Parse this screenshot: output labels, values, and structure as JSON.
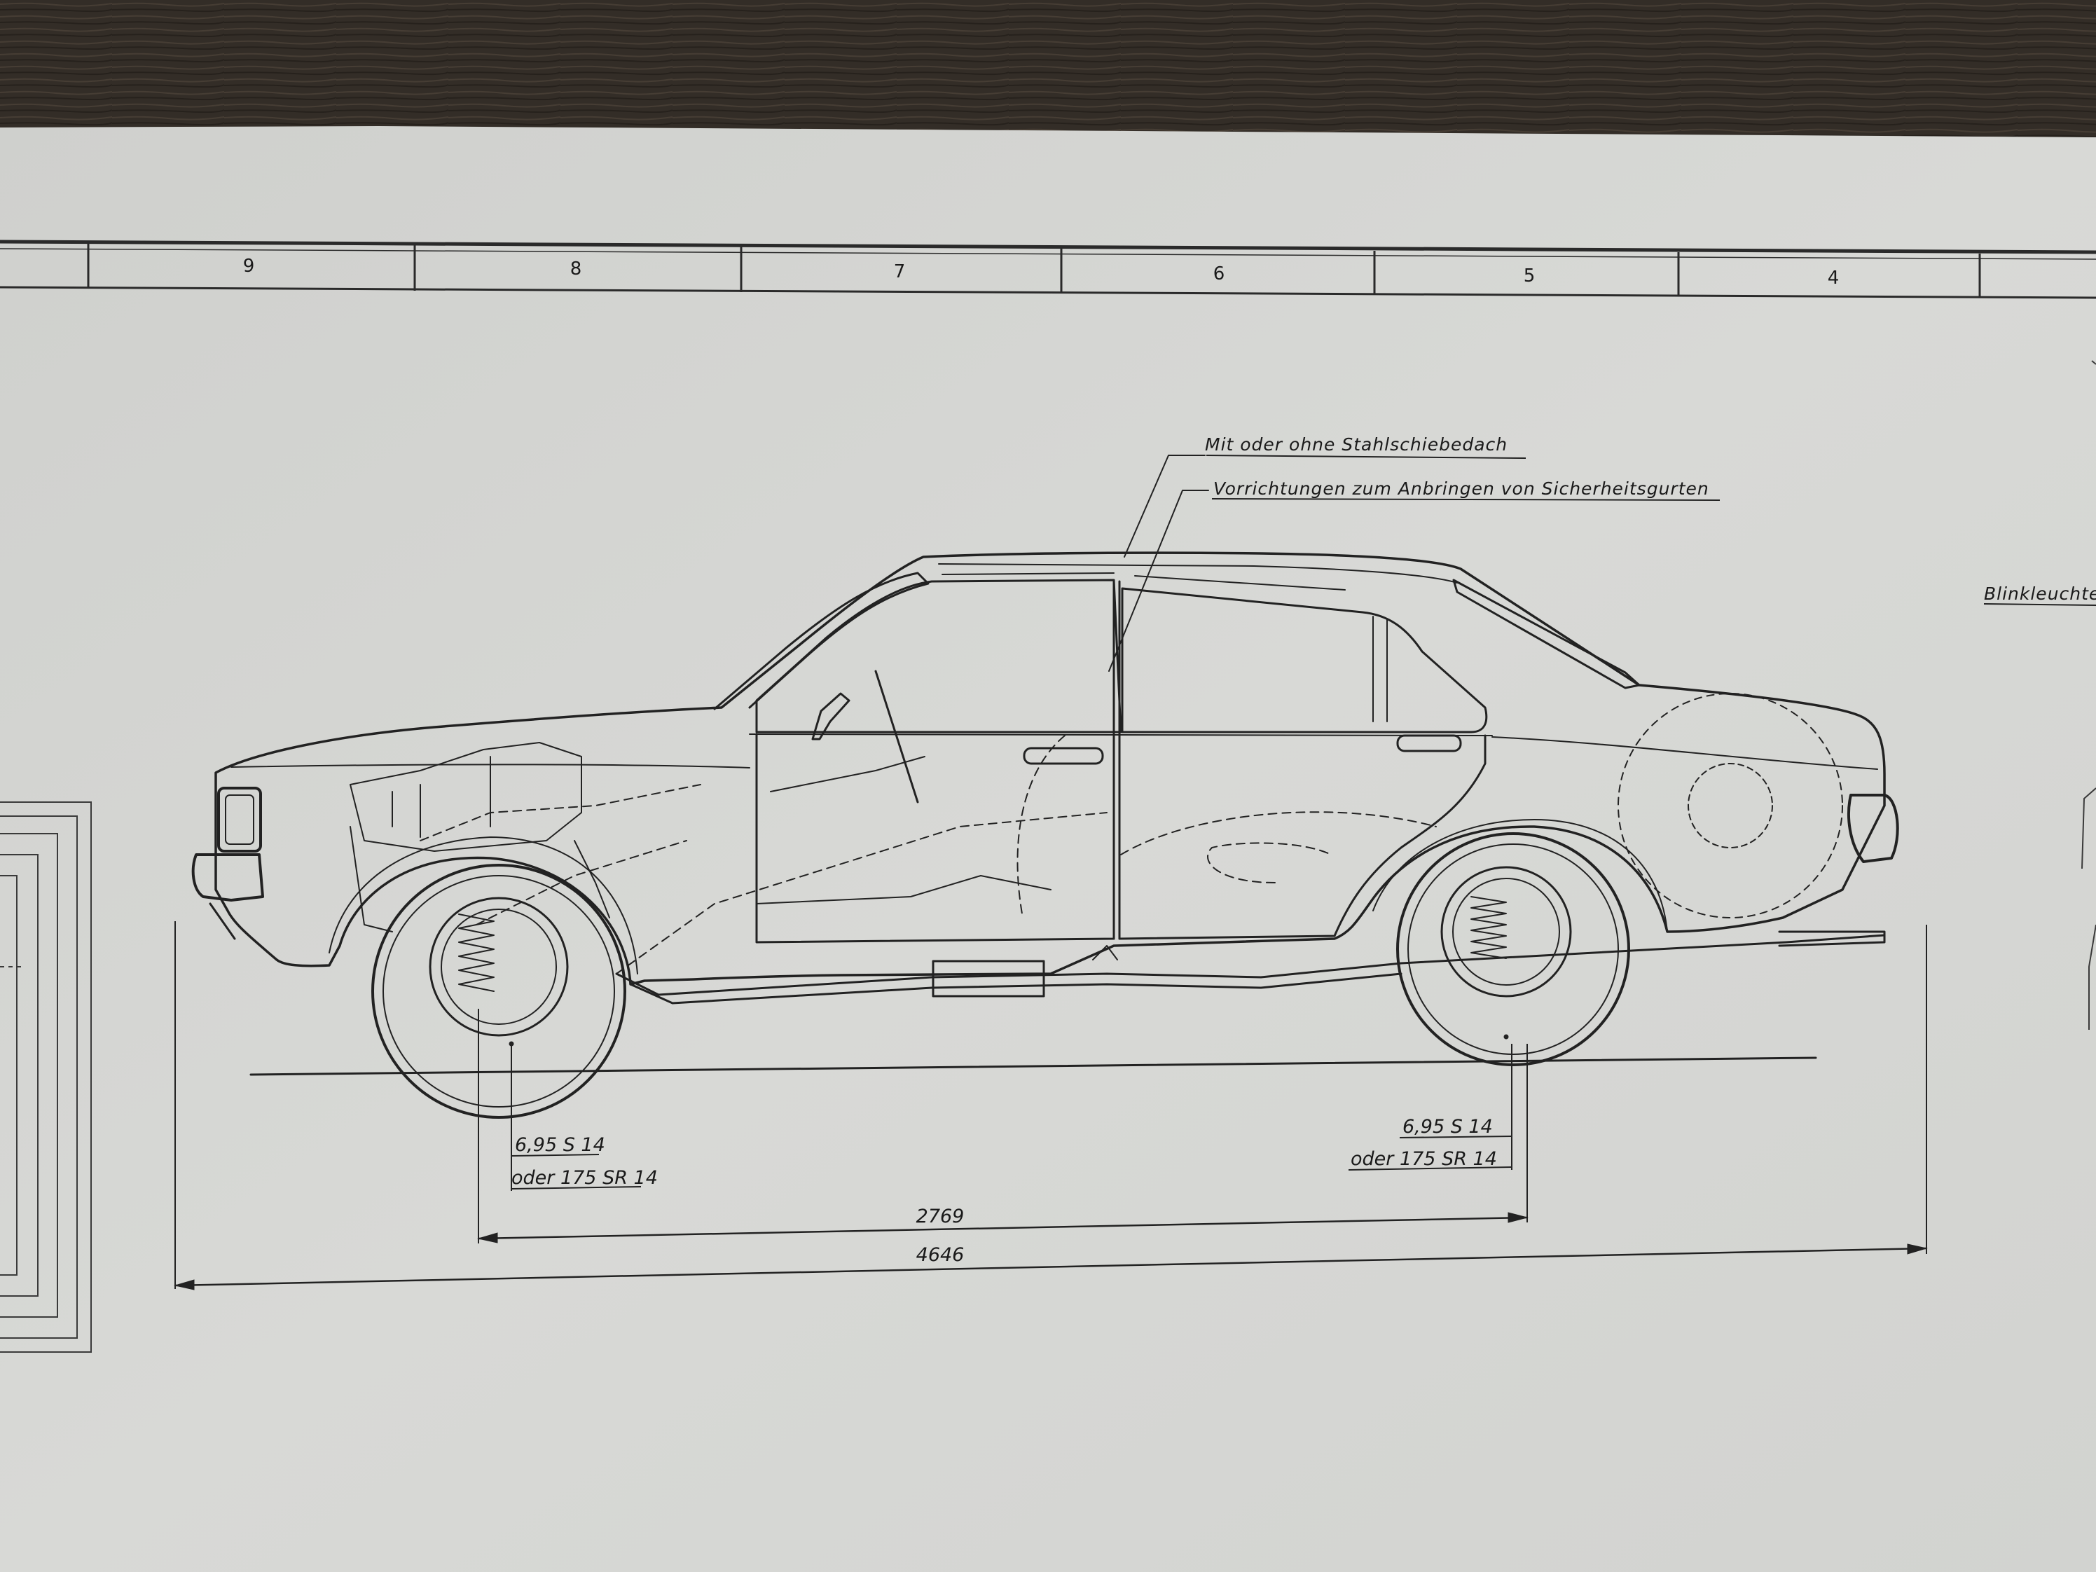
{
  "grid_ruler": {
    "labels": [
      "9",
      "8",
      "7",
      "6",
      "5",
      "4"
    ]
  },
  "annotations": {
    "sunroof": "Mit oder ohne Stahlschiebedach",
    "seatbelts": "Vorrichtungen zum Anbringen von Sicherheitsgurten",
    "indicator": "Blinkleuchte"
  },
  "tires": {
    "front_primary": "6,95 S 14",
    "front_alternative": "oder 175 SR 14",
    "rear_primary": "6,95 S 14",
    "rear_alternative": "oder 175 SR 14"
  },
  "dimensions": {
    "wheelbase": "2769",
    "overall_length": "4646"
  },
  "colors": {
    "paper": "#d4d5d2",
    "ink": "#262626",
    "table": "#3a322b"
  }
}
